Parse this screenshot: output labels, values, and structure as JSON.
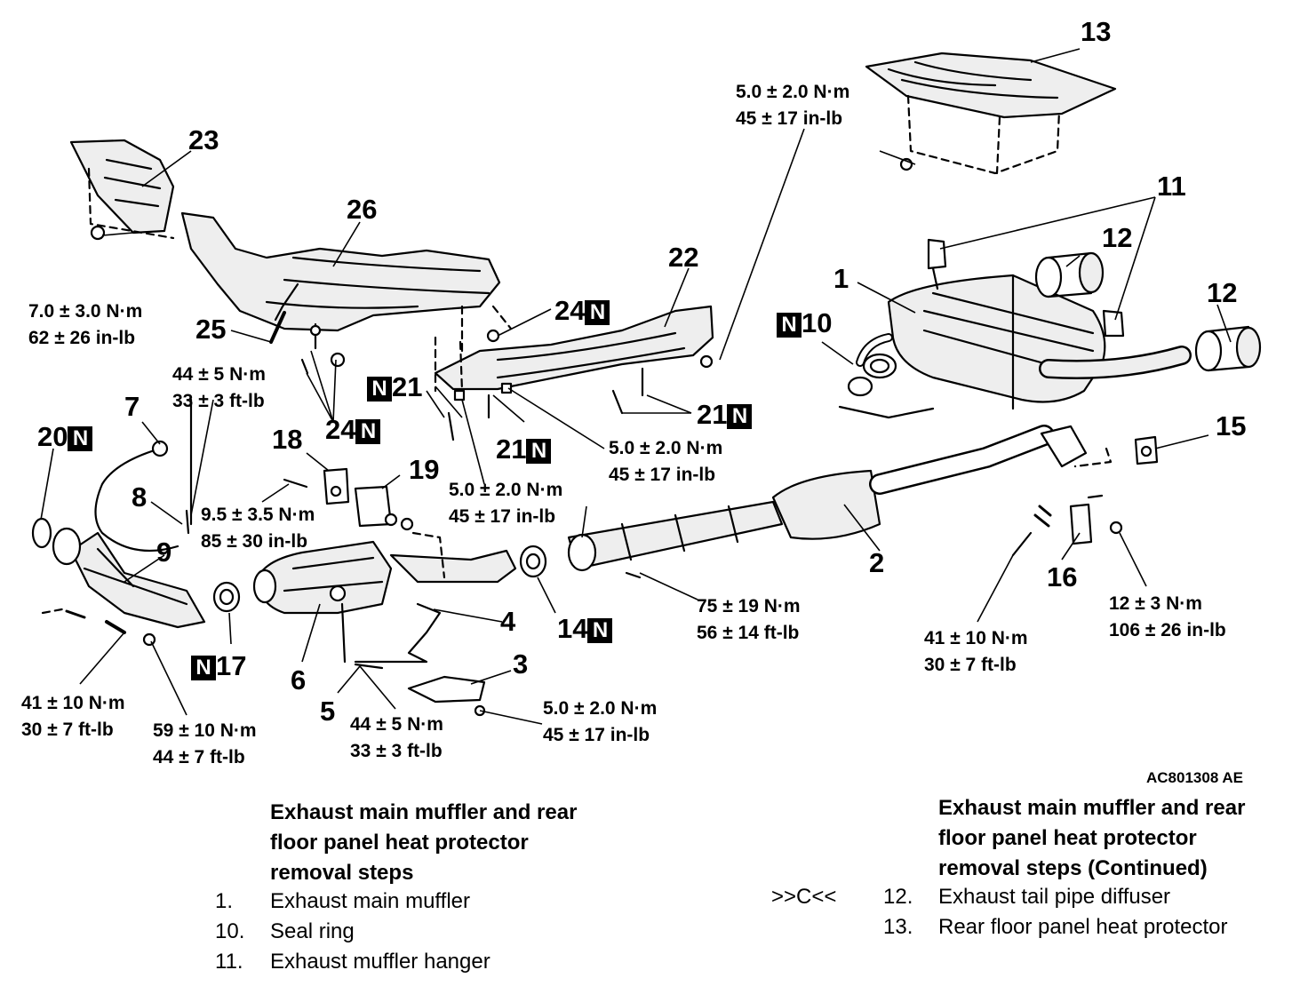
{
  "figure_code": "AC801308 AE",
  "callouts": [
    {
      "id": "c13",
      "label": "13"
    },
    {
      "id": "c23",
      "label": "23"
    },
    {
      "id": "c26",
      "label": "26"
    },
    {
      "id": "c22",
      "label": "22"
    },
    {
      "id": "c11",
      "label": "11"
    },
    {
      "id": "c12a",
      "label": "12"
    },
    {
      "id": "c12b",
      "label": "12"
    },
    {
      "id": "c1",
      "label": "1"
    },
    {
      "id": "c10",
      "label": "10",
      "n_mark": true
    },
    {
      "id": "c24a",
      "label": "24",
      "n_mark": true
    },
    {
      "id": "c25",
      "label": "25"
    },
    {
      "id": "c21a",
      "label": "21",
      "n_mark": true
    },
    {
      "id": "c24b",
      "label": "24",
      "n_mark": true
    },
    {
      "id": "c21b",
      "label": "21",
      "n_mark": true
    },
    {
      "id": "c21c",
      "label": "21",
      "n_mark": true
    },
    {
      "id": "c7",
      "label": "7"
    },
    {
      "id": "c20",
      "label": "20",
      "n_mark": true
    },
    {
      "id": "c18",
      "label": "18"
    },
    {
      "id": "c19",
      "label": "19"
    },
    {
      "id": "c8",
      "label": "8"
    },
    {
      "id": "c9",
      "label": "9"
    },
    {
      "id": "c15",
      "label": "15"
    },
    {
      "id": "c2",
      "label": "2"
    },
    {
      "id": "c16",
      "label": "16"
    },
    {
      "id": "c4",
      "label": "4"
    },
    {
      "id": "c14",
      "label": "14",
      "n_mark": true
    },
    {
      "id": "c17",
      "label": "17",
      "n_mark": true
    },
    {
      "id": "c6",
      "label": "6"
    },
    {
      "id": "c3",
      "label": "3"
    },
    {
      "id": "c5",
      "label": "5"
    }
  ],
  "torques": [
    {
      "id": "t1",
      "line1": "5.0 ± 2.0 N·m",
      "line2": "45 ± 17 in-lb"
    },
    {
      "id": "t2",
      "line1": "7.0 ± 3.0 N·m",
      "line2": "62 ± 26 in-lb"
    },
    {
      "id": "t3",
      "line1": "44 ± 5 N·m",
      "line2": "33 ± 3 ft-lb"
    },
    {
      "id": "t4",
      "line1": "9.5 ± 3.5 N·m",
      "line2": "85 ± 30 in-lb"
    },
    {
      "id": "t5",
      "line1": "5.0 ± 2.0 N·m",
      "line2": "45 ± 17 in-lb"
    },
    {
      "id": "t6",
      "line1": "5.0 ± 2.0 N·m",
      "line2": "45 ± 17 in-lb"
    },
    {
      "id": "t7",
      "line1": "75 ± 19 N·m",
      "line2": "56 ± 14 ft-lb"
    },
    {
      "id": "t8",
      "line1": "41 ± 10 N·m",
      "line2": "30 ± 7 ft-lb"
    },
    {
      "id": "t9",
      "line1": "12 ± 3 N·m",
      "line2": "106 ± 26 in-lb"
    },
    {
      "id": "t10",
      "line1": "41 ± 10 N·m",
      "line2": "30 ± 7 ft-lb"
    },
    {
      "id": "t11",
      "line1": "59 ± 10 N·m",
      "line2": "44 ± 7 ft-lb"
    },
    {
      "id": "t12",
      "line1": "44 ± 5 N·m",
      "line2": "33 ± 3 ft-lb"
    },
    {
      "id": "t13",
      "line1": "5.0 ± 2.0 N·m",
      "line2": "45 ± 17 in-lb"
    }
  ],
  "steps_left": {
    "heading": [
      "Exhaust main muffler and rear",
      "floor panel heat protector",
      "removal steps"
    ],
    "items": [
      {
        "num": "1.",
        "text": "Exhaust main muffler"
      },
      {
        "num": "10.",
        "text": "Seal ring"
      },
      {
        "num": "11.",
        "text": "Exhaust muffler hanger"
      }
    ]
  },
  "steps_right": {
    "heading": [
      "Exhaust main muffler and rear",
      "floor panel heat protector",
      "removal steps (Continued)"
    ],
    "marker": ">>C<<",
    "items": [
      {
        "num": "12.",
        "text": "Exhaust tail pipe diffuser"
      },
      {
        "num": "13.",
        "text": "Rear floor panel heat protector"
      }
    ]
  }
}
